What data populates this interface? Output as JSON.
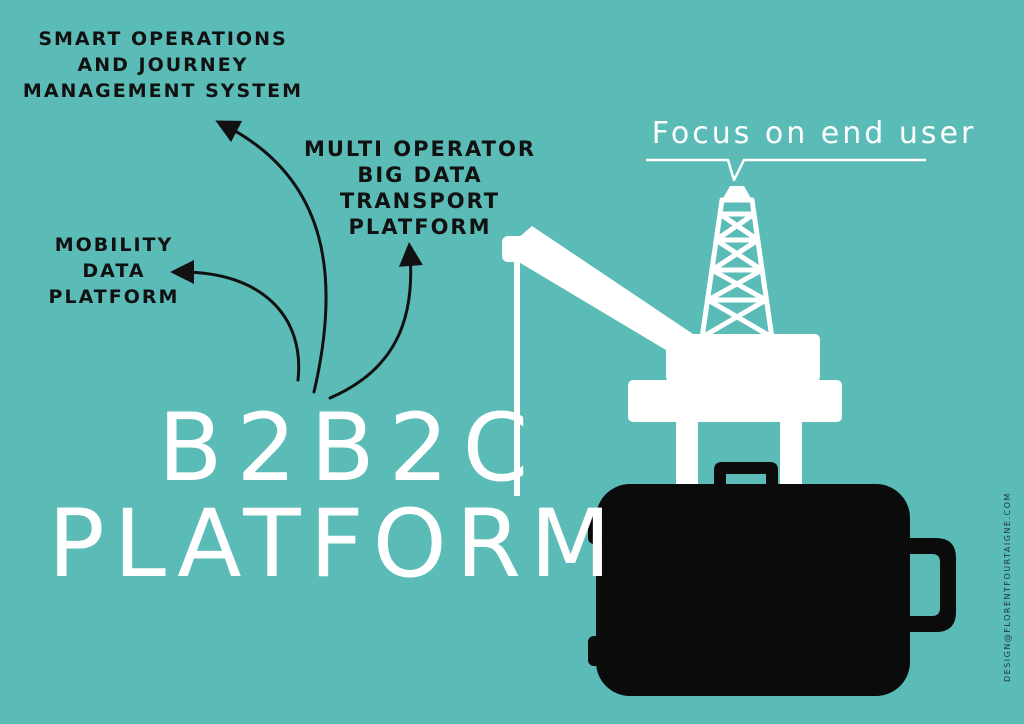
{
  "colors": {
    "background": "#5bbbb7",
    "ink": "#111111",
    "white": "#ffffff",
    "suitcase": "#0b0b0b"
  },
  "labels": {
    "smart_operations": [
      "Smart operations",
      "and journey",
      "management system"
    ],
    "multi_operator": [
      "Multi operator",
      "big data",
      "transport",
      "platform"
    ],
    "mobility": [
      "Mobility",
      "data",
      "platform"
    ],
    "focus": "Focus on end user"
  },
  "title": {
    "line1": "B2B2C",
    "line2": "PLATFORM"
  },
  "credit": "design@florentfourtaigne.com",
  "icons": [
    "arrow-left-icon",
    "arrow-up-icon",
    "arrow-right-icon",
    "oil-rig-icon",
    "suitcase-icon",
    "speech-bubble-icon"
  ]
}
